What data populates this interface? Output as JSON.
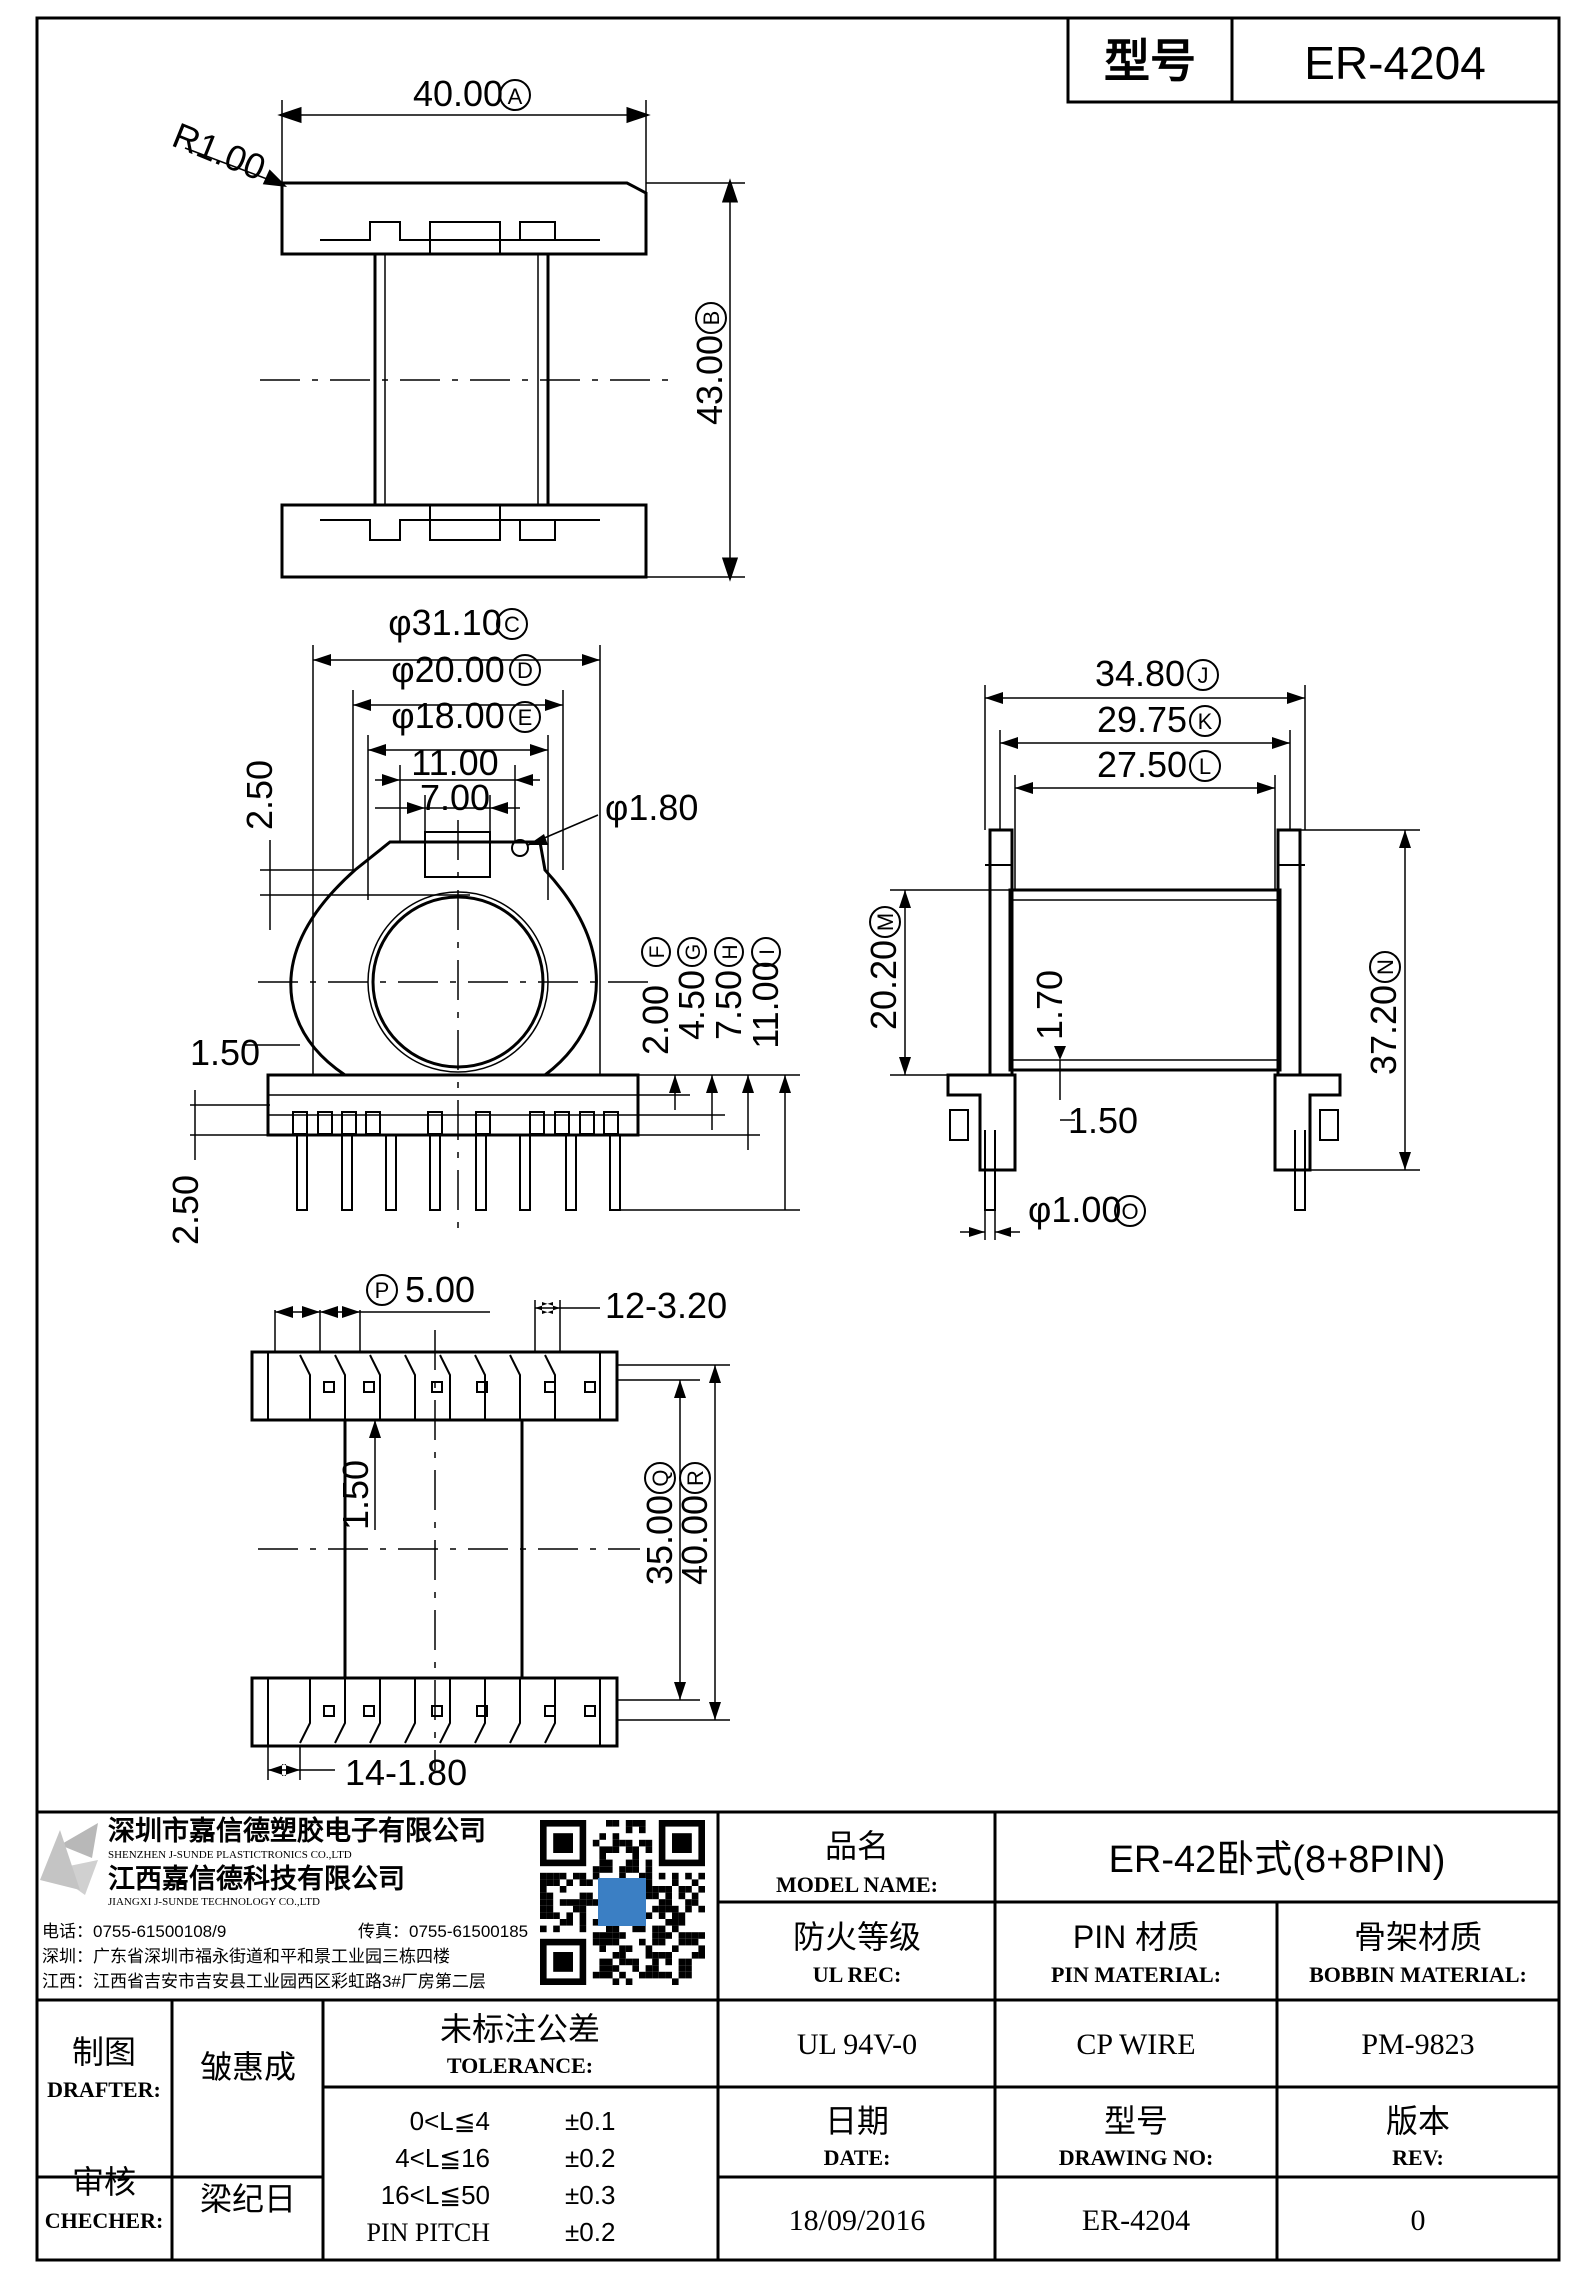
{
  "header": {
    "model_label": "型号",
    "model_value": "ER-4204"
  },
  "top_view": {
    "width_dim": "40.00",
    "width_ref": "A",
    "radius_dim": "R1.00",
    "height_dim": "43.00",
    "height_ref": "B"
  },
  "front_view": {
    "d_outer": "φ31.10",
    "d_outer_ref": "C",
    "d_mid": "φ20.00",
    "d_mid_ref": "D",
    "d_inner": "φ18.00",
    "d_inner_ref": "E",
    "w_11": "11.00",
    "w_7": "7.00",
    "hole_dim": "φ1.80",
    "top_offset": "2.50",
    "left_step": "1.50",
    "bottom_offset": "2.50",
    "h_f": "2.00",
    "h_g": "4.50",
    "h_h": "7.50",
    "h_i": "11.00",
    "refs_right": [
      "F",
      "G",
      "H",
      "I"
    ]
  },
  "side_view": {
    "w_j": "34.80",
    "w_j_ref": "J",
    "w_k": "29.75",
    "w_k_ref": "K",
    "w_l": "27.50",
    "w_l_ref": "L",
    "h_m": "20.20",
    "h_m_ref": "M",
    "h_n": "37.20",
    "h_n_ref": "N",
    "t_170": "1.70",
    "t_150": "1.50",
    "pin_dia": "φ1.00",
    "pin_dia_ref": "O"
  },
  "bottom_view": {
    "pitch": "5.00",
    "pitch_ref": "P",
    "slot_dim": "12-3.20",
    "gap_dim": "1.50",
    "h_q": "35.00",
    "h_q_ref": "Q",
    "h_r": "40.00",
    "h_r_ref": "R",
    "pin_dim": "14-1.80"
  },
  "company": {
    "name_cn_1": "深圳市嘉信德塑胶电子有限公司",
    "name_en_1": "SHENZHEN J-SUNDE PLASTICTRONICS CO.,LTD",
    "name_cn_2": "江西嘉信德科技有限公司",
    "name_en_2": "JIANGXI J-SUNDE TECHNOLOGY CO.,LTD",
    "phone": "电话：0755-61500108/9",
    "fax": "传真：0755-61500185",
    "addr_sz": "深圳：广东省深圳市福永街道和平和景工业园三栋四楼",
    "addr_jx": "江西：江西省吉安市吉安县工业园西区彩虹路3#厂房第二层"
  },
  "title_block": {
    "model_name_cn": "品名",
    "model_name_en": "MODEL NAME:",
    "model_name_val": "ER-42卧式(8+8PIN)",
    "ul_cn": "防火等级",
    "ul_en": "UL REC:",
    "pin_cn": "PIN 材质",
    "pin_en": "PIN MATERIAL:",
    "bobbin_cn": "骨架材质",
    "bobbin_en": "BOBBIN MATERIAL:",
    "ul_val": "UL 94V-0",
    "pin_val": "CP WIRE",
    "bobbin_val": "PM-9823",
    "drafter_cn": "制图",
    "drafter_en": "DRAFTER:",
    "drafter_val": "皱惠成",
    "checker_cn": "审核",
    "checker_en": "CHECHER:",
    "checker_val": "梁纪日",
    "tol_cn": "未标注公差",
    "tol_en": "TOLERANCE:",
    "tol_rows": [
      {
        "range": "0<L≦4",
        "val": "±0.1"
      },
      {
        "range": "4<L≦16",
        "val": "±0.2"
      },
      {
        "range": "16<L≦50",
        "val": "±0.3"
      },
      {
        "range": "PIN PITCH",
        "val": "±0.2"
      }
    ],
    "date_cn": "日期",
    "date_en": "DATE:",
    "date_val": "18/09/2016",
    "dwg_cn": "型号",
    "dwg_en": "DRAWING NO:",
    "dwg_val": "ER-4204",
    "rev_cn": "版本",
    "rev_en": "REV:",
    "rev_val": "0"
  }
}
